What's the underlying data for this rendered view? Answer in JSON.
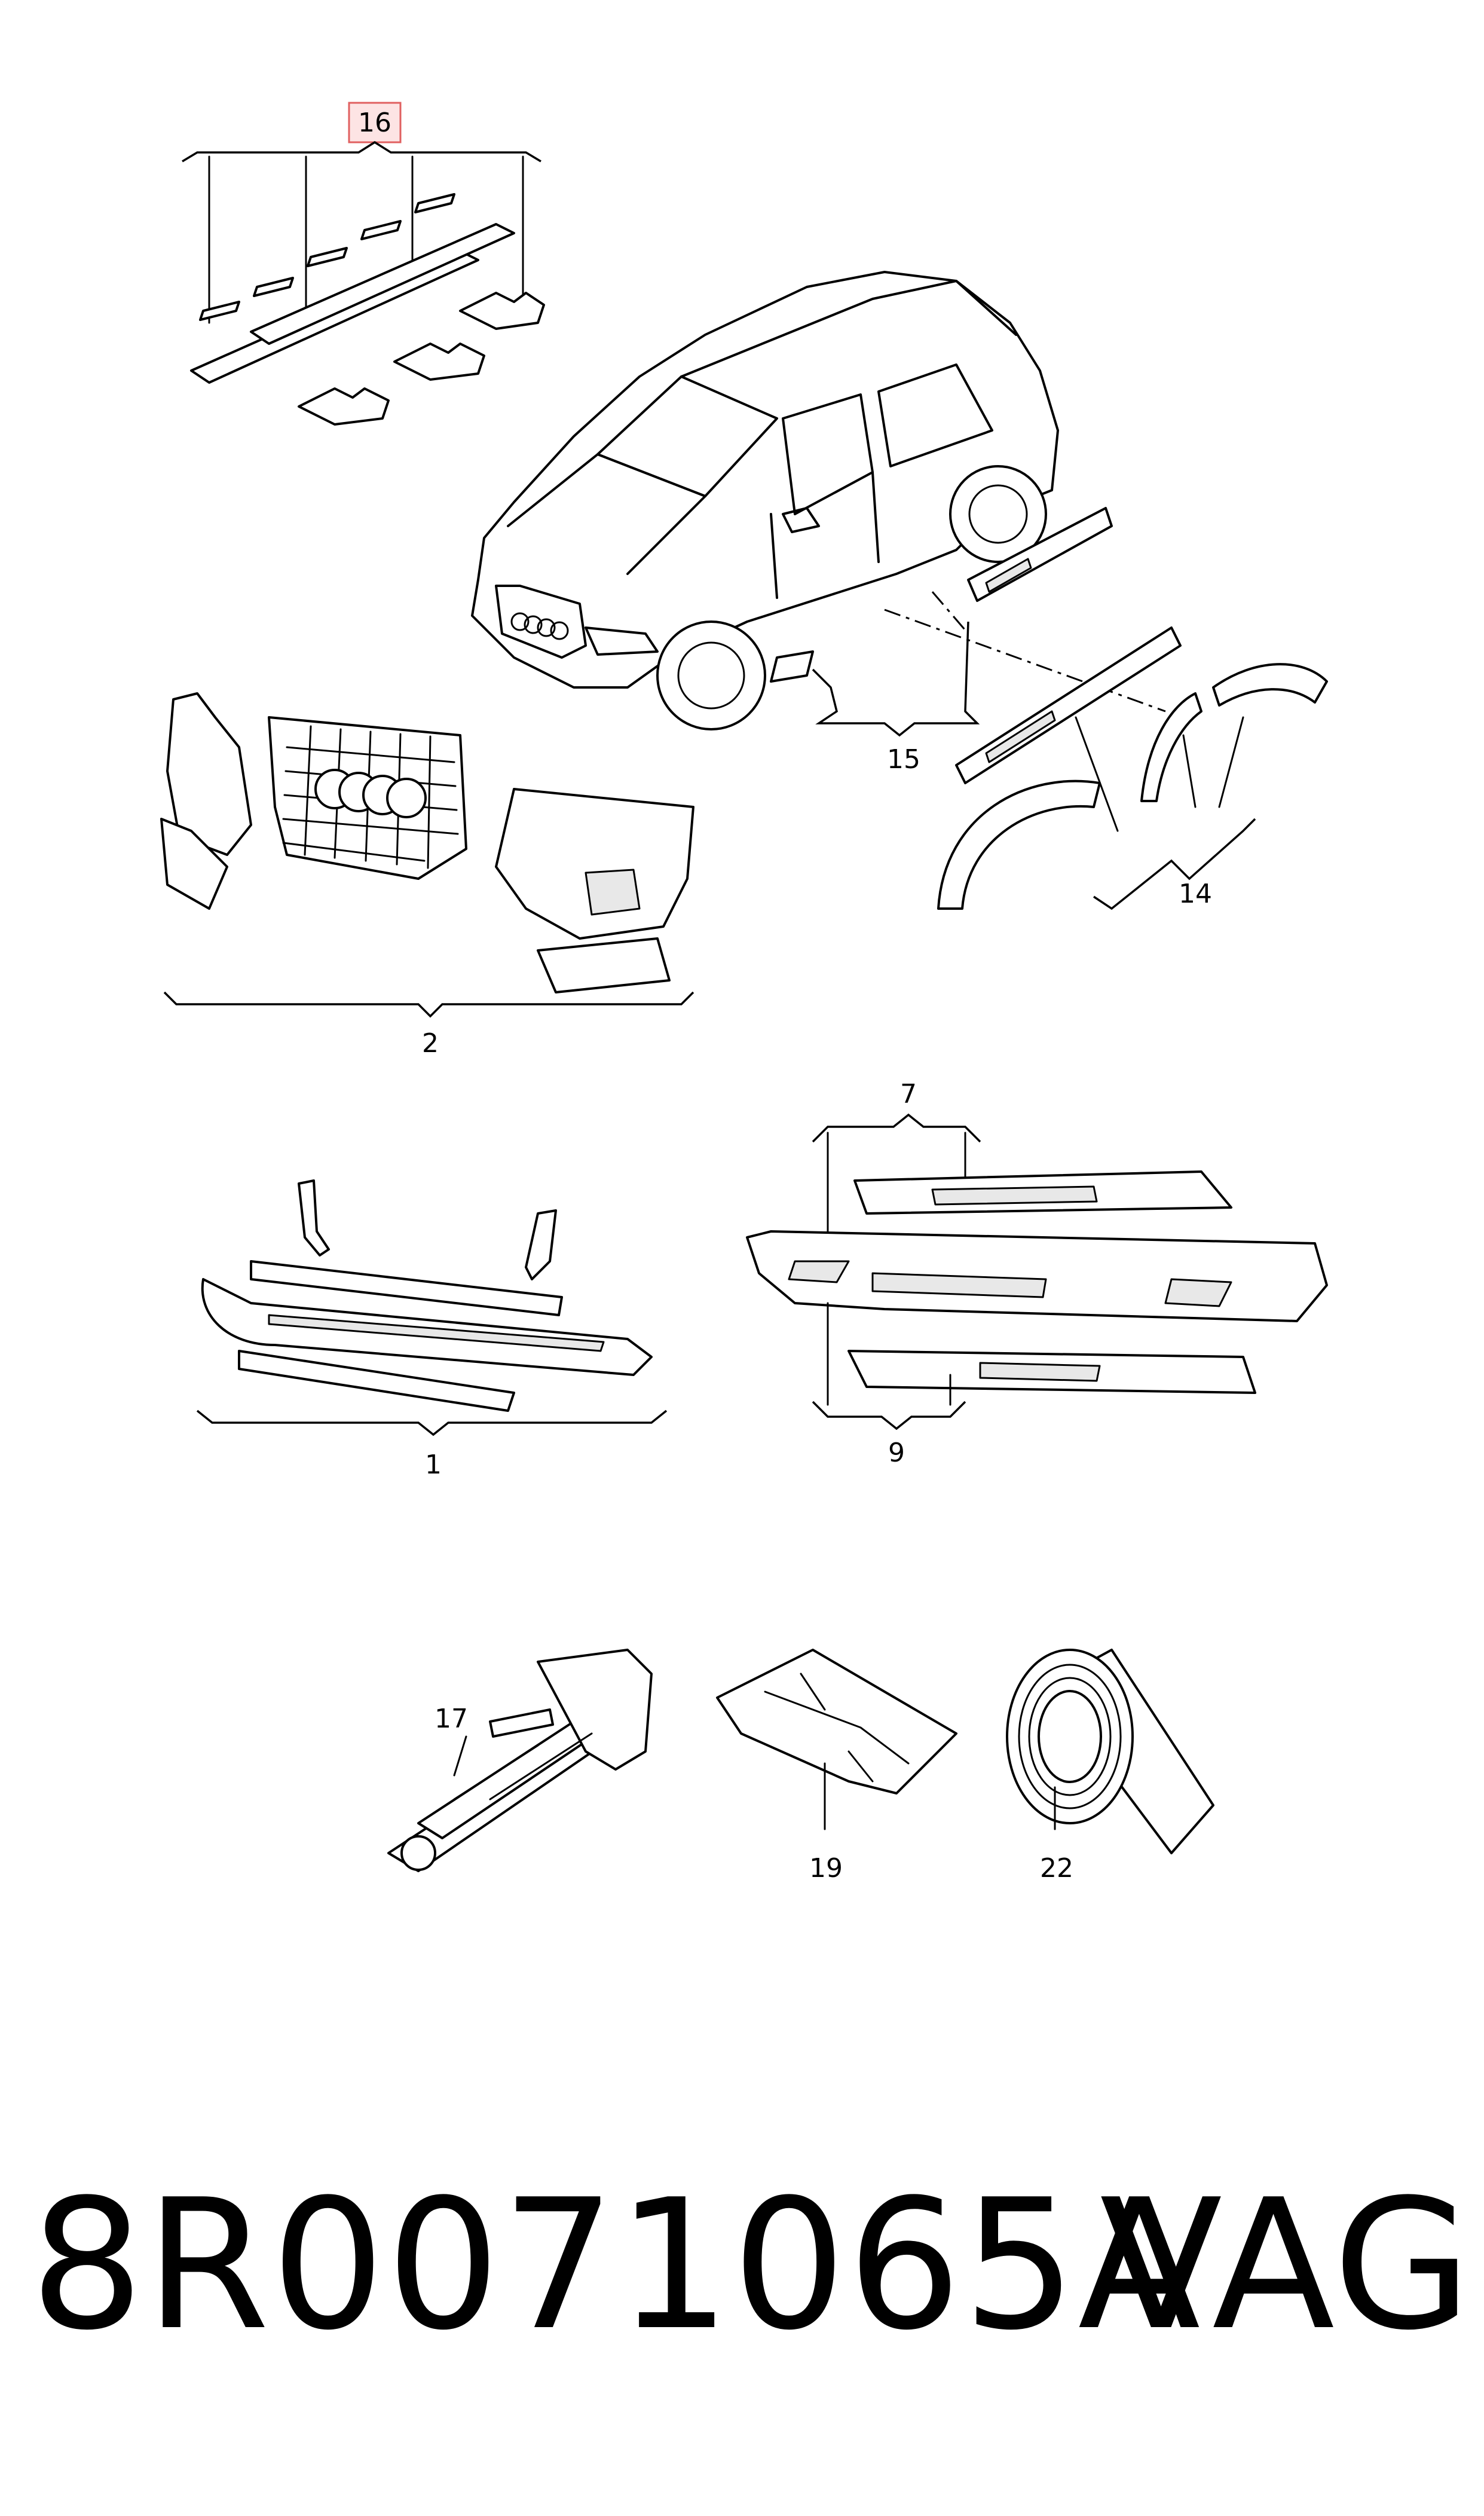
{
  "callouts": {
    "c1": "1",
    "c2": "2",
    "c7": "7",
    "c9": "9",
    "c14": "14",
    "c15": "15",
    "c16": "16",
    "c17": "17",
    "c19": "19",
    "c22": "22"
  },
  "footer": {
    "part_number": "8R0071065A",
    "brand": "VAG"
  },
  "colors": {
    "highlight_fill": "#fde4e4",
    "highlight_stroke": "#e06060",
    "ink": "#000000"
  }
}
